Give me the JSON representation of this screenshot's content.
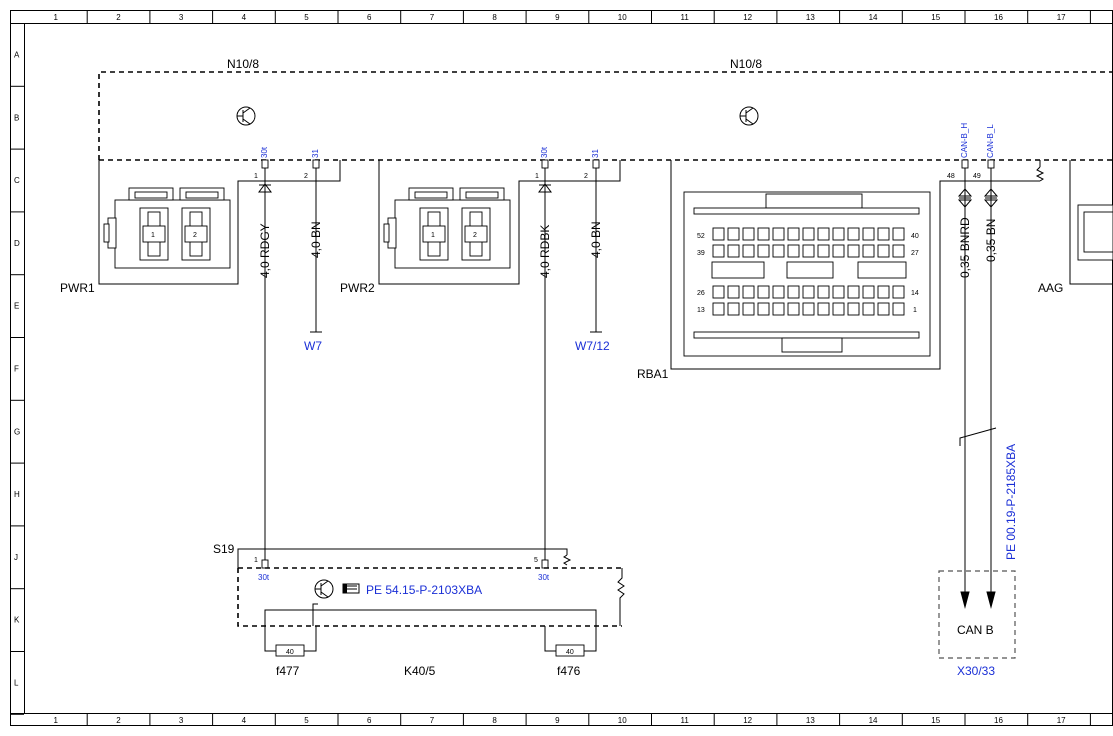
{
  "border": {
    "columns": [
      "1",
      "2",
      "3",
      "4",
      "5",
      "6",
      "7",
      "8",
      "9",
      "10",
      "11",
      "12",
      "13",
      "14",
      "15",
      "16",
      "17"
    ],
    "rows": [
      "A",
      "B",
      "C",
      "D",
      "E",
      "F",
      "G",
      "H",
      "J",
      "K",
      "L"
    ]
  },
  "modules": {
    "n10_8_left": "N10/8",
    "n10_8_right": "N10/8",
    "k40_5": "K40/5",
    "s19": "S19"
  },
  "connectors": {
    "pwr1": "PWR1",
    "pwr2": "PWR2",
    "rba1": "RBA1",
    "aag": "AAG"
  },
  "pins": {
    "pwr1_30t": "30t",
    "pwr1_31": "31",
    "pwr1_1": "1",
    "pwr1_2": "2",
    "pwr2_30t": "30t",
    "pwr2_31": "31",
    "pwr2_1": "1",
    "pwr2_2": "2",
    "canb_h": "CAN-B_H",
    "canb_l": "CAN-B_L",
    "rba_48": "48",
    "rba_49": "49",
    "s19_1": "1",
    "s19_5": "5",
    "k40_30t_a": "30t",
    "k40_30t_b": "30t"
  },
  "wires": {
    "w1": "4,0 RDGY",
    "w2": "4,0 BN",
    "w3": "4,0 RDBK",
    "w4": "4,0 BN",
    "w5": "0,35 BNRD",
    "w6": "0,35 BN"
  },
  "grounds": {
    "w7": "W7",
    "w7_12": "W7/12"
  },
  "references": {
    "pe_54": "PE 54.15-P-2103XBA",
    "pe_00": "PE 00.19-P-2185XBA"
  },
  "fuses": {
    "f477": "f477",
    "f476": "f476",
    "f477_rating": "40",
    "f476_rating": "40"
  },
  "bus": {
    "can_b": "CAN B",
    "x30_33": "X30/33"
  },
  "rba_pins": {
    "p52": "52",
    "p39": "39",
    "p26": "26",
    "p13": "13",
    "p40": "40",
    "p27": "27",
    "p14": "14",
    "p1": "1"
  },
  "pwr_pins": {
    "a1": "1",
    "a2": "2",
    "b1": "1",
    "b2": "2"
  }
}
